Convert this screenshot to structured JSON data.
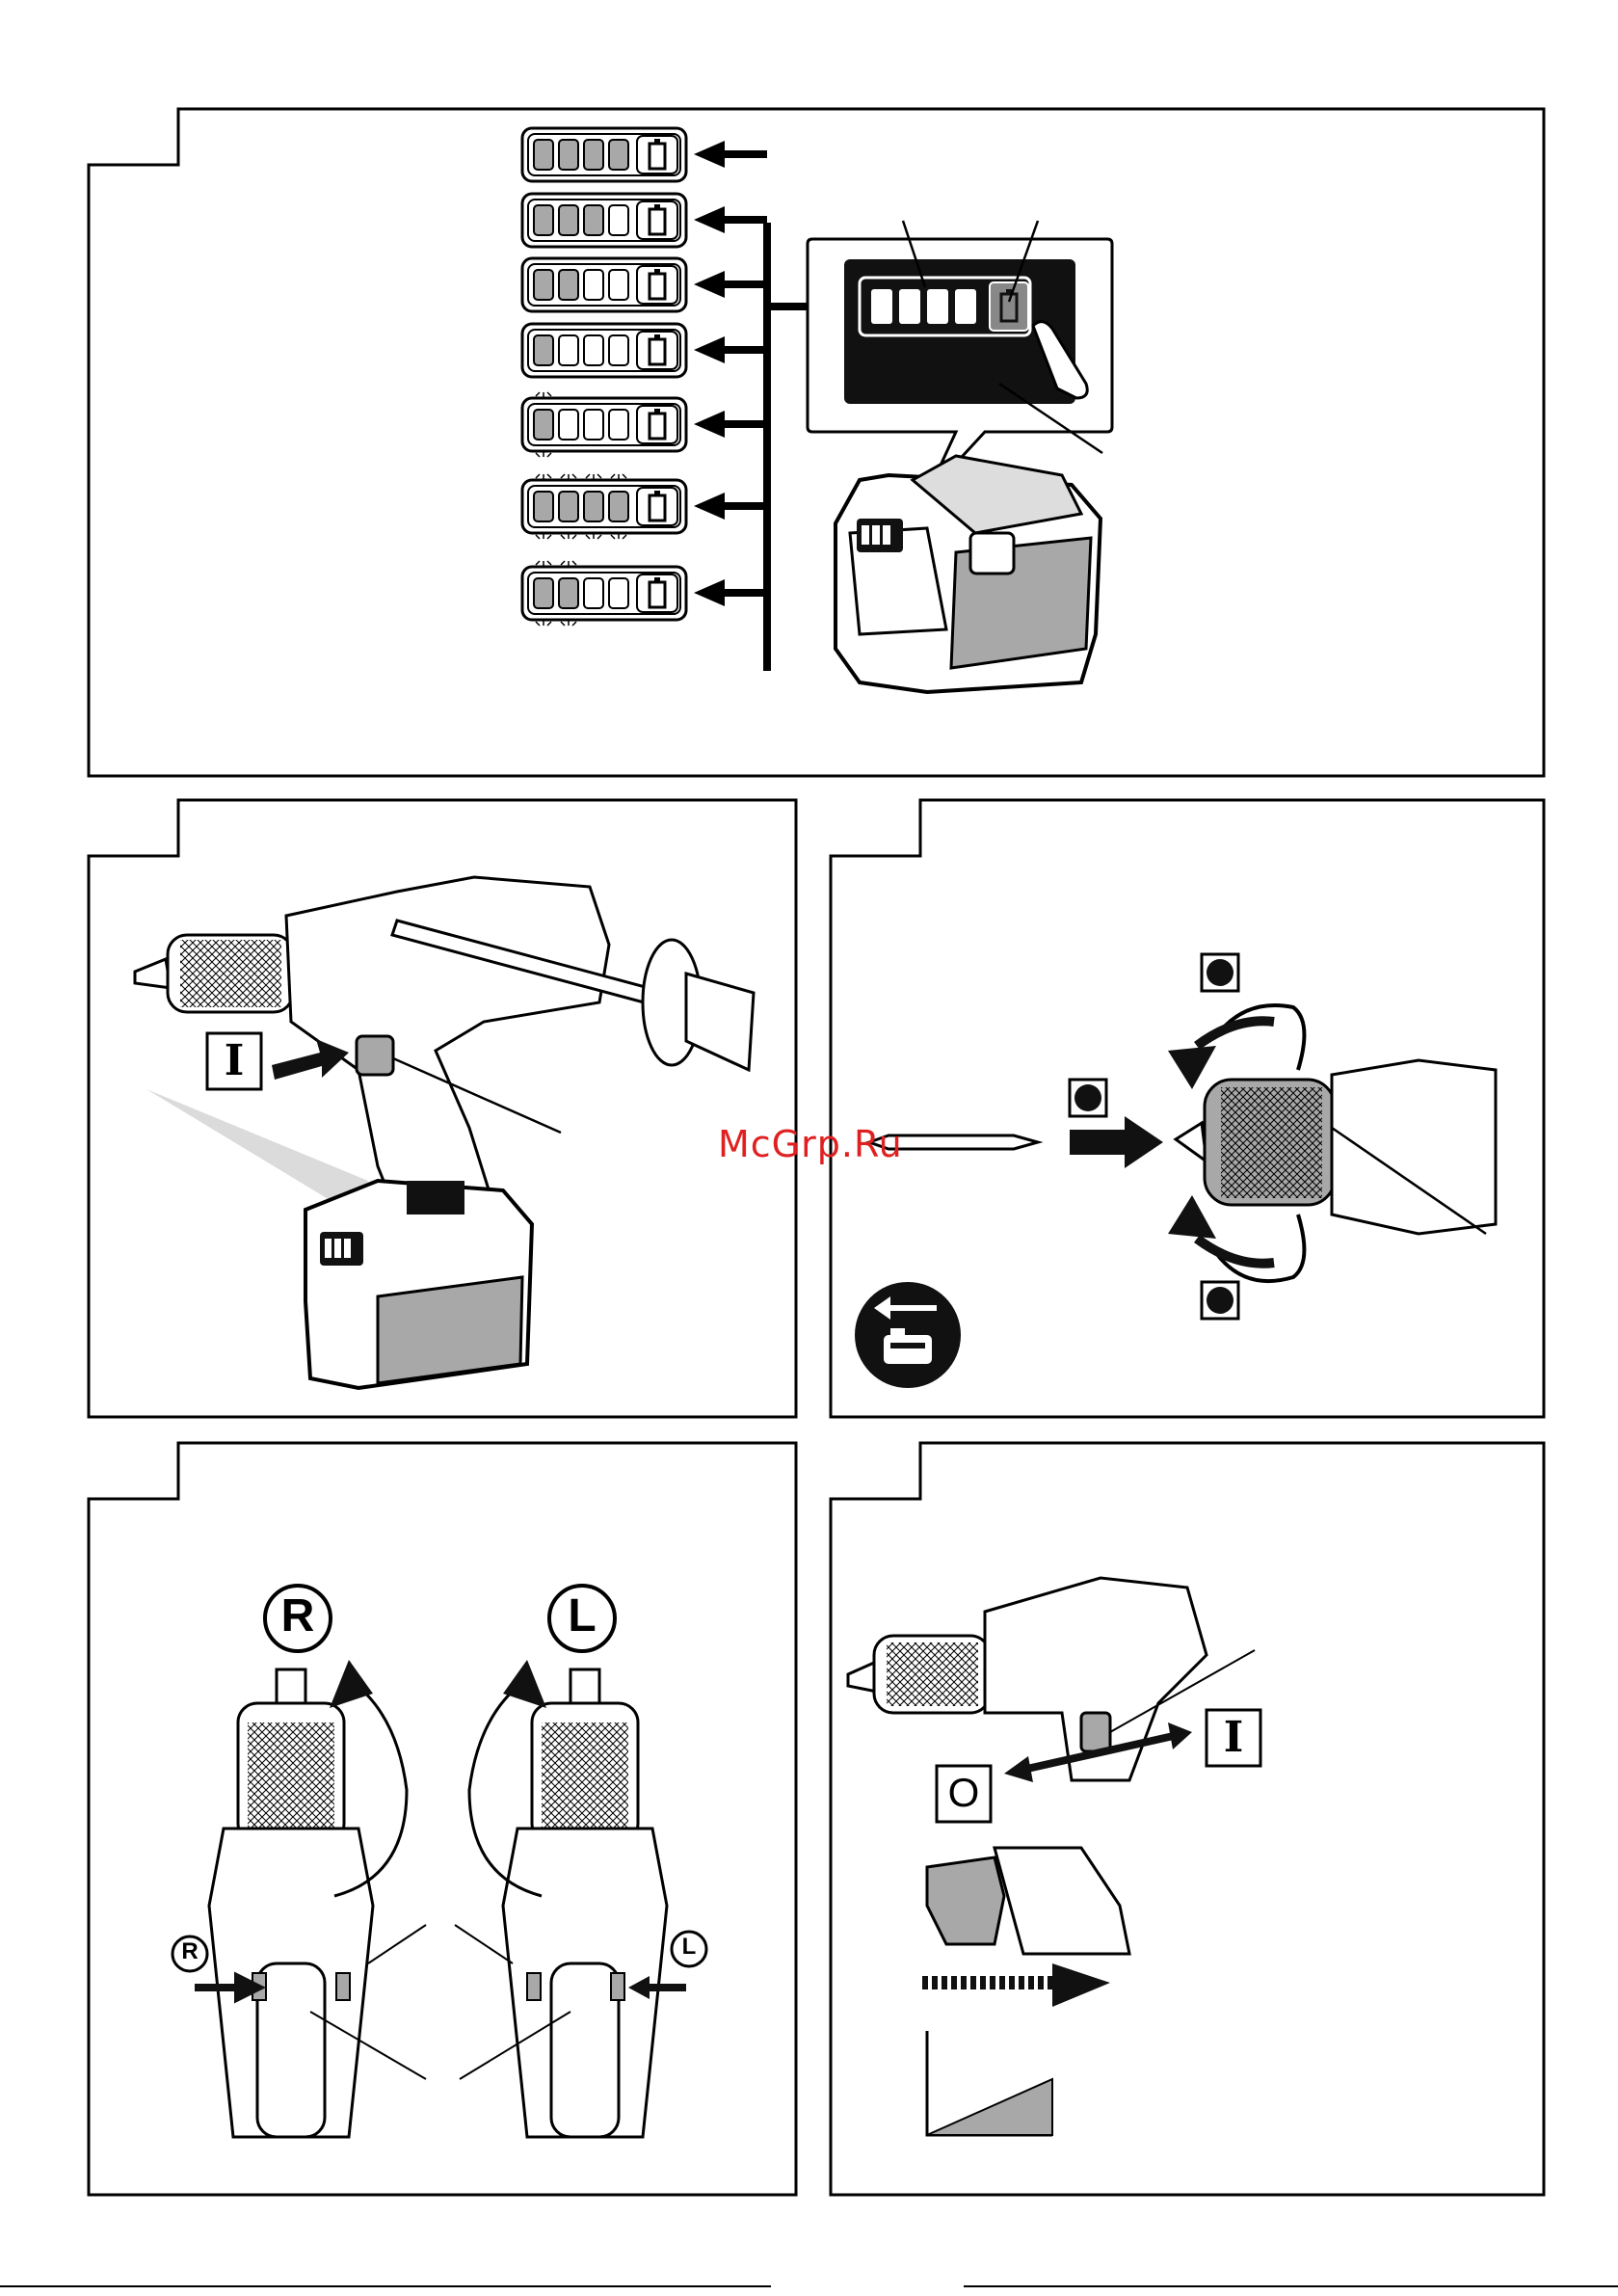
{
  "watermark": {
    "text": "McGrp.Ru",
    "color": "#e02020"
  },
  "fig1": {
    "battery_gauge_rows": [
      {
        "filled": 4,
        "blink": 0
      },
      {
        "filled": 3,
        "blink": 0
      },
      {
        "filled": 2,
        "blink": 0
      },
      {
        "filled": 1,
        "blink": 0
      },
      {
        "filled": 1,
        "blink": 1
      },
      {
        "filled": 4,
        "blink": 4
      },
      {
        "filled": 2,
        "blink": 2
      }
    ]
  },
  "fig2": {
    "switch_label": "I"
  },
  "fig3": {
    "icon": "remove-battery-icon"
  },
  "fig4": {
    "right_label": "R",
    "left_label": "L",
    "small_right": "R",
    "small_left": "L"
  },
  "fig5": {
    "on_label": "I",
    "off_label": "O"
  },
  "colors": {
    "gray": "#a8a8a8",
    "dark": "#111111"
  }
}
